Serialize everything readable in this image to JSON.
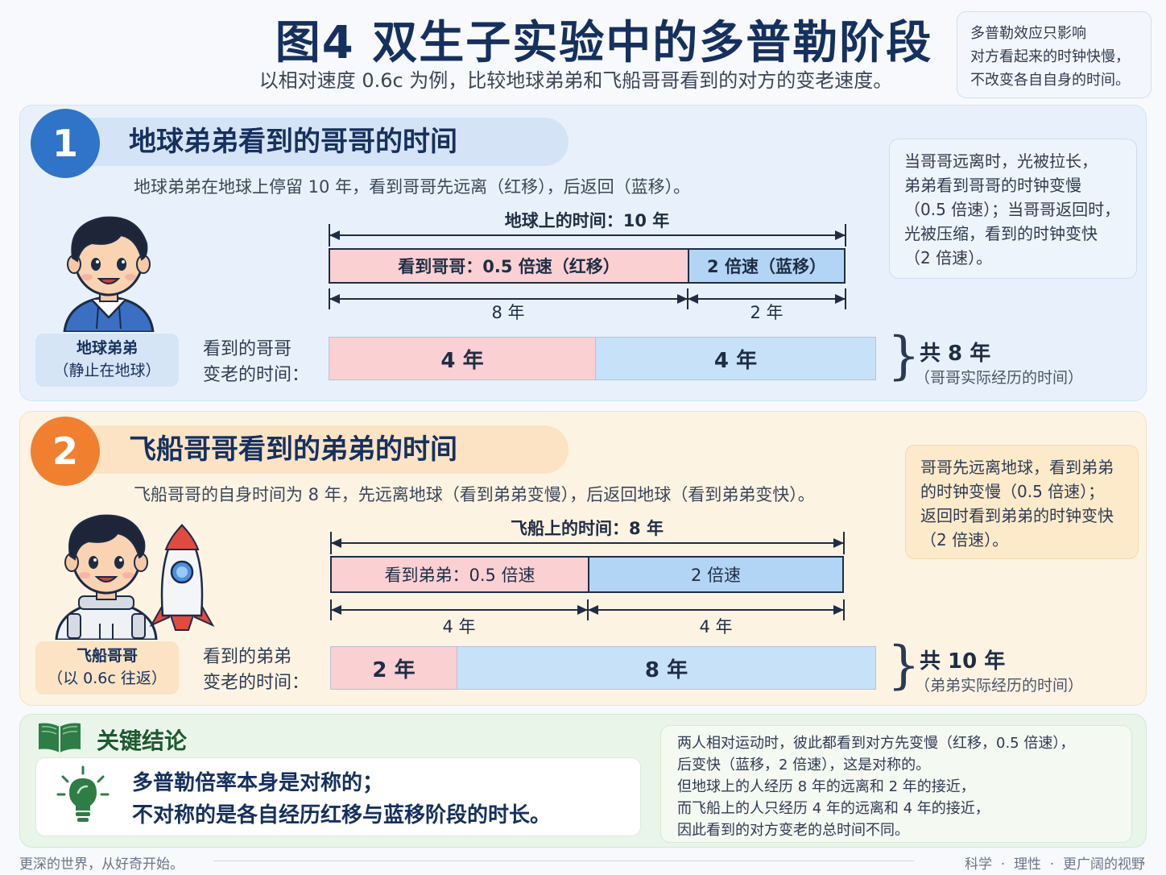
{
  "header": {
    "title": "图4  双生子实验中的多普勒阶段",
    "subtitle": "以相对速度 0.6c 为例，比较地球弟弟和飞船哥哥看到的对方的变老速度。",
    "note_lines": [
      "多普勒效应只影响",
      "对方看起来的时钟快慢，",
      "不改变各自自身的时间。"
    ]
  },
  "section1": {
    "number": "1",
    "title": "地球弟弟看到的哥哥的时间",
    "description": "地球弟弟在地球上停留 10 年，看到哥哥先远离（红移），后返回（蓝移）。",
    "avatar_label": {
      "name": "地球弟弟",
      "detail": "（静止在地球）"
    },
    "timeline_title": "地球上的时间：10 年",
    "bar_red_label": "看到哥哥：0.5 倍速（红移）",
    "bar_blue_label": "2 倍速（蓝移）",
    "dim_red": "8 年",
    "dim_blue": "2 年",
    "row_label_lines": [
      "看到的哥哥",
      "变老的时间："
    ],
    "aging_red": "4 年",
    "aging_blue": "4 年",
    "total_main": "共 8 年",
    "total_sub": "（哥哥实际经历的时间）",
    "side_note_lines": [
      "当哥哥远离时，光被拉长，",
      "弟弟看到哥哥的时钟变慢",
      "（0.5 倍速）；当哥哥返回时，",
      "光被压缩，看到的时钟变快",
      "（2 倍速）。"
    ]
  },
  "section2": {
    "number": "2",
    "title": "飞船哥哥看到的弟弟的时间",
    "description": "飞船哥哥的自身时间为 8 年，先远离地球（看到弟弟变慢），后返回地球（看到弟弟变快）。",
    "avatar_label": {
      "name": "飞船哥哥",
      "detail": "（以 0.6c 往返）"
    },
    "timeline_title": "飞船上的时间：8 年",
    "bar_red_label": "看到弟弟：0.5 倍速",
    "bar_blue_label": "2 倍速",
    "dim_red": "4 年",
    "dim_blue": "4 年",
    "row_label_lines": [
      "看到的弟弟",
      "变老的时间："
    ],
    "aging_red": "2 年",
    "aging_blue": "8 年",
    "total_main": "共 10 年",
    "total_sub": "（弟弟实际经历的时间）",
    "side_note_lines": [
      "哥哥先远离地球，看到弟弟",
      "的时钟变慢（0.5 倍速）；",
      "返回时看到弟弟的时钟变快",
      "（2 倍速）。"
    ]
  },
  "conclusion": {
    "title": "关键结论",
    "main_lines": [
      "多普勒倍率本身是对称的；",
      "不对称的是各自经历红移与蓝移阶段的时长。"
    ],
    "note_lines": [
      "两人相对运动时，彼此都看到对方先变慢（红移，0.5 倍速），",
      "后变快（蓝移，2 倍速），这是对称的。",
      "但地球上的人经历 8 年的远离和 2 年的接近，",
      "而飞船上的人只经历 4 年的远离和 4 年的接近，",
      "因此看到的对方变老的总时间不同。"
    ]
  },
  "footer": {
    "left": "更深的世界，从好奇开始。",
    "right": "科学  ·  理性  ·  更广阔的视野"
  },
  "colors": {
    "red_fill": "#fad0d3",
    "red_strong": "#f7b9be",
    "blue_fill": "#c7e1f8",
    "blue_strong": "#b3d5f5",
    "accent_blue": "#2f74c8",
    "accent_orange": "#f08030",
    "title_navy": "#16305e"
  }
}
